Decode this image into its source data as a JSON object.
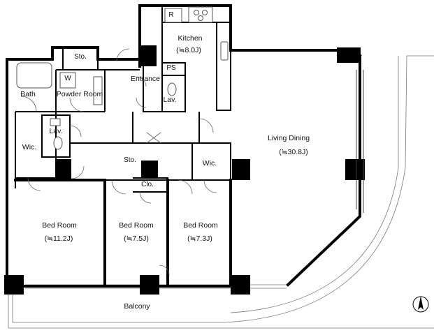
{
  "rooms": {
    "kitchen": {
      "name": "Kitchen",
      "size": "(≒8.0J)"
    },
    "refrigerator": "R",
    "storage_top": "Sto.",
    "washer": "W",
    "pipe_space": "PS",
    "bath": "Bath",
    "powder_room": "Powder Room",
    "entrance": "Entrance",
    "lav_right": "Lav.",
    "lav_left": "Lav.",
    "wic_left": "Wic.",
    "storage_mid": "Sto.",
    "wic_right": "Wic.",
    "closet": "Clo.",
    "living_dining": {
      "name": "Living Dining",
      "size": "(≒30.8J)"
    },
    "bedroom_1": {
      "name": "Bed Room",
      "size": "(≒11.2J)"
    },
    "bedroom_2": {
      "name": "Bed Room",
      "size": "(≒7.5J)"
    },
    "bedroom_3": {
      "name": "Bed Room",
      "size": "(≒7.3J)"
    },
    "balcony": "Balcony"
  },
  "icons": {
    "north_arrow": "north-arrow-icon",
    "stove": "stove-burners-icon"
  }
}
